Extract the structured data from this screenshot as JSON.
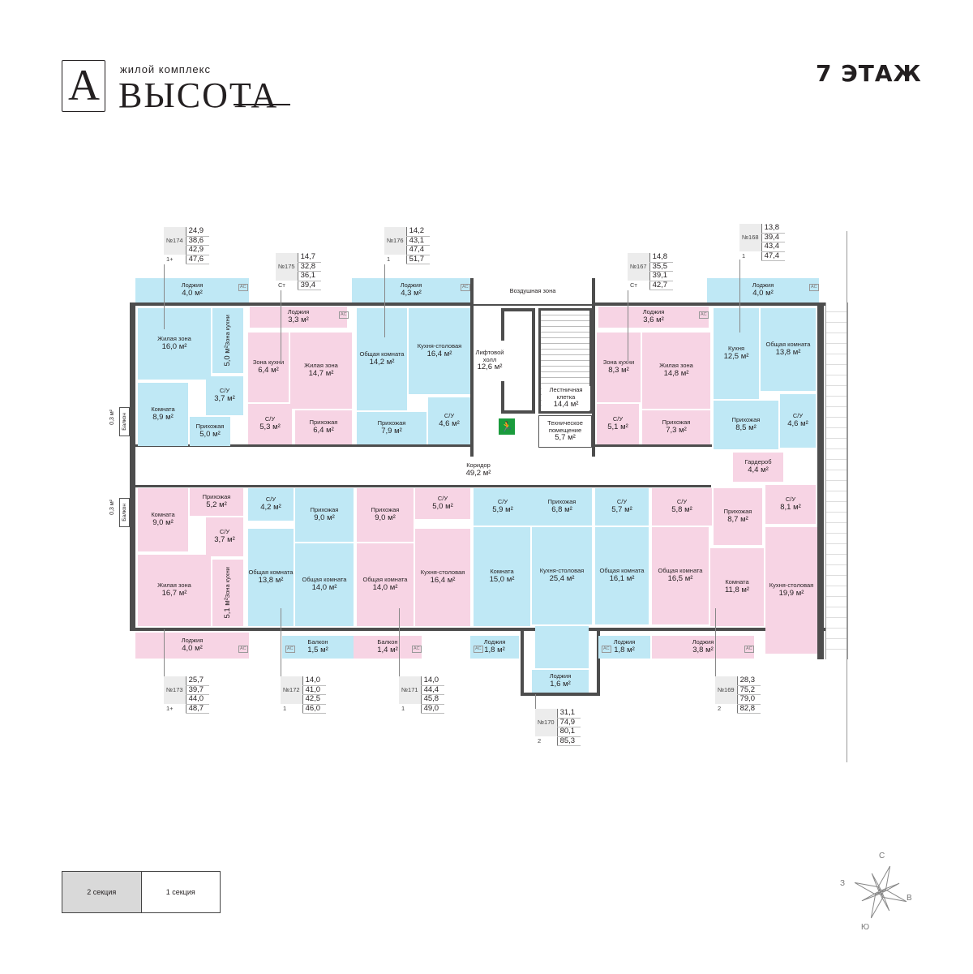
{
  "header": {
    "logo_letter": "A",
    "logo_subtitle": "жилой комплекс",
    "logo_name": "ВЫСОТА",
    "floor_title": "7 ЭТАЖ"
  },
  "sections": {
    "left": "2 секция",
    "right": "1 секция",
    "active": "2 секция"
  },
  "compass": {
    "north": "С",
    "south": "Ю",
    "west": "З",
    "east": "В"
  },
  "colors": {
    "blue": "#bfe8f5",
    "pink": "#f7d4e4",
    "walls": "#4d4d4d",
    "exit_sign": "#1a9b3c"
  },
  "apartments": [
    {
      "num": "№174",
      "type": "1+",
      "values": [
        "24,9",
        "38,6",
        "42,9",
        "47,6"
      ]
    },
    {
      "num": "№175",
      "type": "Ст",
      "values": [
        "14,7",
        "32,8",
        "36,1",
        "39,4"
      ]
    },
    {
      "num": "№176",
      "type": "1",
      "values": [
        "14,2",
        "43,1",
        "47,4",
        "51,7"
      ]
    },
    {
      "num": "№167",
      "type": "Ст",
      "values": [
        "14,8",
        "35,5",
        "39,1",
        "42,7"
      ]
    },
    {
      "num": "№168",
      "type": "1",
      "values": [
        "13,8",
        "39,4",
        "43,4",
        "47,4"
      ]
    },
    {
      "num": "№173",
      "type": "1+",
      "values": [
        "25,7",
        "39,7",
        "44,0",
        "48,7"
      ]
    },
    {
      "num": "№172",
      "type": "1",
      "values": [
        "14,0",
        "41,0",
        "42,5",
        "46,0"
      ]
    },
    {
      "num": "№171",
      "type": "1",
      "values": [
        "14,0",
        "44,4",
        "45,8",
        "49,0"
      ]
    },
    {
      "num": "№170",
      "type": "2",
      "values": [
        "31,1",
        "74,9",
        "80,1",
        "85,3"
      ]
    },
    {
      "num": "№169",
      "type": "2",
      "values": [
        "28,3",
        "75,2",
        "79,0",
        "82,8"
      ]
    }
  ],
  "rooms": [
    {
      "name": "Лоджия",
      "area": "4,0 м²"
    },
    {
      "name": "Жилая зона",
      "area": "16,0 м²"
    },
    {
      "name": "Зона кухни",
      "area": "5,0 м²"
    },
    {
      "name": "Комната",
      "area": "8,9 м²"
    },
    {
      "name": "С/У",
      "area": "3,7 м²"
    },
    {
      "name": "Прихожая",
      "area": "5,0 м²"
    },
    {
      "name": "Балкон",
      "area": "0,3 м²"
    },
    {
      "name": "Лоджия",
      "area": "3,3 м²"
    },
    {
      "name": "Зона кухни",
      "area": "6,4 м²"
    },
    {
      "name": "Жилая зона",
      "area": "14,7 м²"
    },
    {
      "name": "С/У",
      "area": "5,3 м²"
    },
    {
      "name": "Прихожая",
      "area": "6,4 м²"
    },
    {
      "name": "Лоджия",
      "area": "4,3 м²"
    },
    {
      "name": "Общая комната",
      "area": "14,2 м²"
    },
    {
      "name": "Кухня-столовая",
      "area": "16,4 м²"
    },
    {
      "name": "Прихожая",
      "area": "7,9 м²"
    },
    {
      "name": "С/У",
      "area": "4,6 м²"
    },
    {
      "name": "Воздушная зона",
      "area": ""
    },
    {
      "name": "Лифтовой холл",
      "area": "12,6 м²"
    },
    {
      "name": "Лестничная клетка",
      "area": "14,4 м²"
    },
    {
      "name": "Техническое помещение",
      "area": "5,7 м²"
    },
    {
      "name": "Коридор",
      "area": "49,2 м²"
    },
    {
      "name": "Лоджия",
      "area": "3,6 м²"
    },
    {
      "name": "Зона кухни",
      "area": "8,3 м²"
    },
    {
      "name": "Жилая зона",
      "area": "14,8 м²"
    },
    {
      "name": "С/У",
      "area": "5,1 м²"
    },
    {
      "name": "Прихожая",
      "area": "7,3 м²"
    },
    {
      "name": "Лоджия",
      "area": "4,0 м²"
    },
    {
      "name": "Кухня",
      "area": "12,5 м²"
    },
    {
      "name": "Общая комната",
      "area": "13,8 м²"
    },
    {
      "name": "Прихожая",
      "area": "8,5 м²"
    },
    {
      "name": "С/У",
      "area": "4,6 м²"
    },
    {
      "name": "Гардероб",
      "area": "4,4 м²"
    },
    {
      "name": "Балкон",
      "area": "0,3 м²"
    },
    {
      "name": "Комната",
      "area": "9,0 м²"
    },
    {
      "name": "Прихожая",
      "area": "5,2 м²"
    },
    {
      "name": "С/У",
      "area": "3,7 м²"
    },
    {
      "name": "Жилая зона",
      "area": "16,7 м²"
    },
    {
      "name": "Зона кухни",
      "area": "5,1 м²"
    },
    {
      "name": "Лоджия",
      "area": "4,0 м²"
    },
    {
      "name": "С/У",
      "area": "4,2 м²"
    },
    {
      "name": "Прихожая",
      "area": "9,0 м²"
    },
    {
      "name": "Общая комната",
      "area": "13,8 м²"
    },
    {
      "name": "Общая комната",
      "area": "14,0 м²"
    },
    {
      "name": "Балкон",
      "area": "1,5 м²"
    },
    {
      "name": "Прихожая",
      "area": "9,0 м²"
    },
    {
      "name": "С/У",
      "area": "5,0 м²"
    },
    {
      "name": "Общая комната",
      "area": "14,0 м²"
    },
    {
      "name": "Кухня-столовая",
      "area": "16,4 м²"
    },
    {
      "name": "Балкон",
      "area": "1,4 м²"
    },
    {
      "name": "С/У",
      "area": "5,9 м²"
    },
    {
      "name": "Комната",
      "area": "15,0 м²"
    },
    {
      "name": "Лоджия",
      "area": "1,8 м²"
    },
    {
      "name": "Прихожая",
      "area": "6,8 м²"
    },
    {
      "name": "Кухня-столовая",
      "area": "25,4 м²"
    },
    {
      "name": "Лоджия",
      "area": "1,6 м²"
    },
    {
      "name": "С/У",
      "area": "5,7 м²"
    },
    {
      "name": "Общая комната",
      "area": "16,1 м²"
    },
    {
      "name": "Лоджия",
      "area": "1,8 м²"
    },
    {
      "name": "С/У",
      "area": "5,8 м²"
    },
    {
      "name": "Общая комната",
      "area": "16,5 м²"
    },
    {
      "name": "Лоджия",
      "area": "3,8 м²"
    },
    {
      "name": "Прихожая",
      "area": "8,7 м²"
    },
    {
      "name": "С/У",
      "area": "8,1 м²"
    },
    {
      "name": "Комната",
      "area": "11,8 м²"
    },
    {
      "name": "Кухня-столовая",
      "area": "19,9 м²"
    }
  ]
}
